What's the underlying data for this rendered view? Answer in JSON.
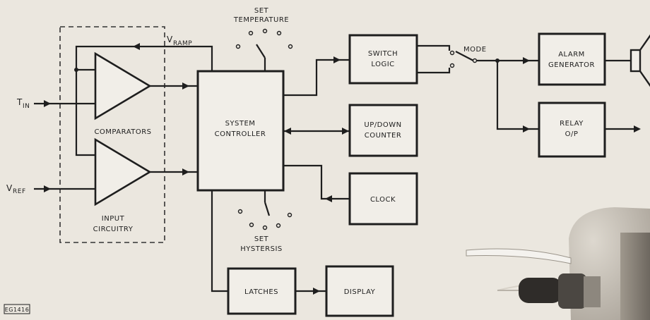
{
  "blocks": {
    "system_controller": [
      "SYSTEM",
      "CONTROLLER"
    ],
    "switch_logic": [
      "SWITCH",
      "LOGIC"
    ],
    "up_down_counter": [
      "UP/DOWN",
      "COUNTER"
    ],
    "clock": "CLOCK",
    "alarm_generator": [
      "ALARM",
      "GENERATOR"
    ],
    "relay_output": [
      "RELAY",
      "O/P"
    ],
    "latches": "LATCHES",
    "display": "DISPLAY"
  },
  "labels": {
    "t_in_main": "T",
    "t_in_sub": "IN",
    "v_ref_main": "V",
    "v_ref_sub": "REF",
    "v_ramp_main": "V",
    "v_ramp_sub": "RAMP",
    "comparators": "COMPARATORS",
    "input_circuitry": [
      "INPUT",
      "CIRCUITRY"
    ],
    "set_temperature": [
      "SET",
      "TEMPERATURE"
    ],
    "set_hysteresis": [
      "SET",
      "HYSTERSIS"
    ],
    "mode": "MODE",
    "figure_code": "EG1416"
  },
  "colors": {
    "background": "#ebe7df",
    "ink": "#1e1e1e",
    "photo_body": "#c8c2b8"
  },
  "icons": {
    "loudspeaker": "speaker-icon",
    "comparator": "op-amp-triangle",
    "selector_switch": "rotary-switch",
    "photo": "probe-device-photo"
  }
}
